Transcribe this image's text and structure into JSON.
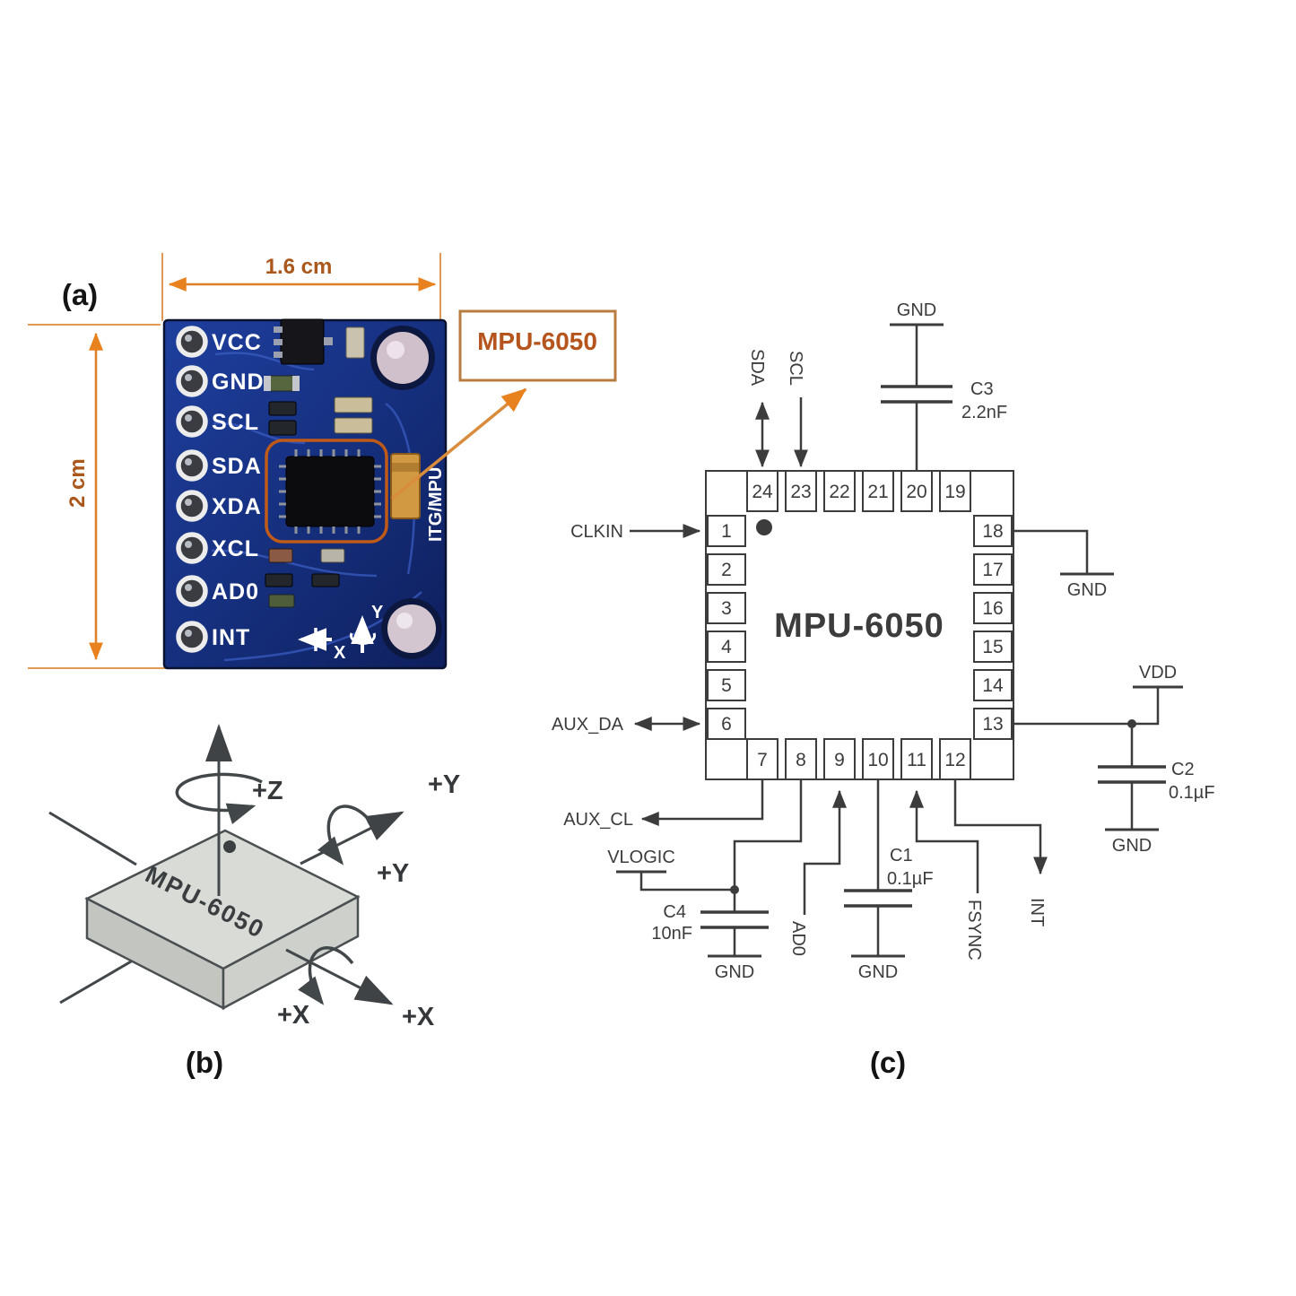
{
  "figure": {
    "panel_a_label": "(a)",
    "panel_b_label": "(b)",
    "panel_c_label": "(c)"
  },
  "panel_a": {
    "width_dim": "1.6 cm",
    "height_dim": "2 cm",
    "callout": "MPU-6050",
    "board": {
      "pin_labels": [
        "VCC",
        "GND",
        "SCL",
        "SDA",
        "XDA",
        "XCL",
        "AD0",
        "INT"
      ],
      "silkscreen_right": "ITG/MPU",
      "axis_x": "X",
      "axis_y": "Y"
    }
  },
  "panel_b": {
    "chip_label": "MPU-6050",
    "axes": {
      "z": "+Z",
      "y_far": "+Y",
      "y_near": "+Y",
      "x_near": "+X",
      "x_far": "+X"
    }
  },
  "panel_c": {
    "chip_label": "MPU-6050",
    "pins_top": [
      "24",
      "23",
      "22",
      "21",
      "20",
      "19"
    ],
    "pins_left": [
      "1",
      "2",
      "3",
      "4",
      "5",
      "6"
    ],
    "pins_right": [
      "18",
      "17",
      "16",
      "15",
      "14",
      "13"
    ],
    "pins_bottom": [
      "7",
      "8",
      "9",
      "10",
      "11",
      "12"
    ],
    "signals": {
      "sda": "SDA",
      "scl": "SCL",
      "clkin": "CLKIN",
      "aux_da": "AUX_DA",
      "aux_cl": "AUX_CL",
      "vlogic": "VLOGIC",
      "ad0": "AD0",
      "fsync": "FSYNC",
      "int": "INT",
      "vdd": "VDD",
      "gnd": "GND"
    },
    "components": {
      "c1_ref": "C1",
      "c1_value": "0.1µF",
      "c2_ref": "C2",
      "c2_value": "0.1µF",
      "c3_ref": "C3",
      "c3_value": "2.2nF",
      "c4_ref": "C4",
      "c4_value": "10nF"
    }
  },
  "colors": {
    "dimension": "#DD7F22",
    "dimension_text": "#A9571B",
    "callout_text": "#B5541C",
    "schematic_ink": "#3C3C3C",
    "pcb_blue": "#16307F"
  }
}
